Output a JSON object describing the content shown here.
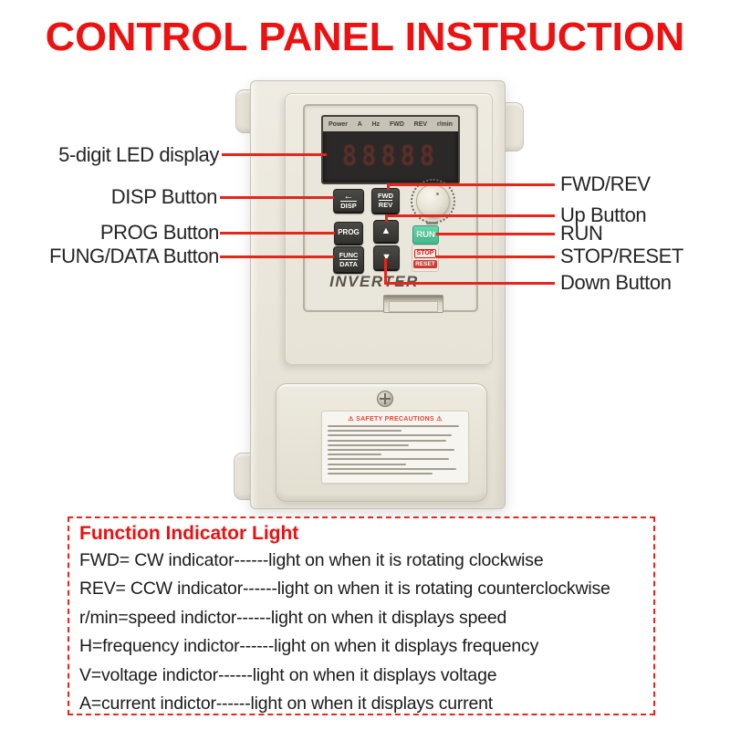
{
  "title": "CONTROL PANEL INSTRUCTION",
  "device": {
    "display": {
      "indicator_labels": [
        "Power",
        "A",
        "Hz",
        "FWD",
        "REV",
        "r/min"
      ],
      "digits": "88888"
    },
    "buttons": {
      "disp": {
        "arrow": "←",
        "label": "DISP"
      },
      "fwd_rev": {
        "top": "FWD",
        "bottom": "REV"
      },
      "prog": "PROG",
      "func_data": {
        "top": "FUNC",
        "bottom": "DATA"
      },
      "up": "▲",
      "down": "▼",
      "run": "RUN",
      "stop_reset": {
        "top": "STOP",
        "bottom": "RESET"
      }
    },
    "brand": "INVERTER",
    "safety_label_title": "⚠ SAFETY PRECAUTIONS ⚠"
  },
  "callouts": {
    "left": [
      {
        "label": "5-digit LED display"
      },
      {
        "label": "DISP Button"
      },
      {
        "label": "PROG Button"
      },
      {
        "label": "FUNG/DATA Button"
      }
    ],
    "right": [
      {
        "label": "FWD/REV"
      },
      {
        "label": "Up Button"
      },
      {
        "label": "RUN"
      },
      {
        "label": "STOP/RESET"
      },
      {
        "label": "Down Button"
      }
    ]
  },
  "function_indicator_box": {
    "title": "Function Indicator Light",
    "lines": [
      "FWD= CW indicator------light on when it is rotating clockwise",
      "REV= CCW indicator------light on when it is rotating counterclockwise",
      "r/min=speed indictor------light on when it displays speed",
      "H=frequency indictor------light on when it displays frequency",
      "V=voltage indictor------light on when it displays voltage",
      "A=current indictor------light on when it displays current"
    ]
  },
  "colors": {
    "title_red": "#ed1111",
    "callout_red": "#e5261c",
    "box_border_red": "#ea241e",
    "run_green": "#4fc79c",
    "stop_red": "#cf3a30",
    "case_beige": "#e9e5da"
  }
}
